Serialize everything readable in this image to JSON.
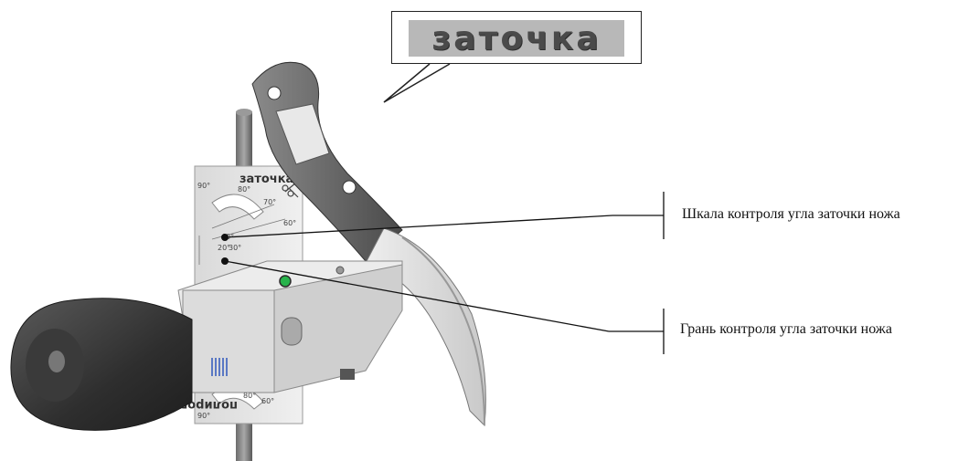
{
  "callout": {
    "title": "заточка"
  },
  "annotations": [
    {
      "label": "Шкала контроля угла заточки ножа"
    },
    {
      "label": "Грань контроля угла заточки ножа"
    }
  ],
  "device": {
    "top_label": "заточка",
    "bottom_label": "полировка",
    "scale_top": [
      "90°",
      "80°",
      "70°",
      "60°",
      "40°",
      "20°",
      "30°"
    ],
    "scale_bottom": [
      "90°",
      "80°",
      "60°"
    ],
    "icons": [
      "scissors-icon"
    ]
  }
}
